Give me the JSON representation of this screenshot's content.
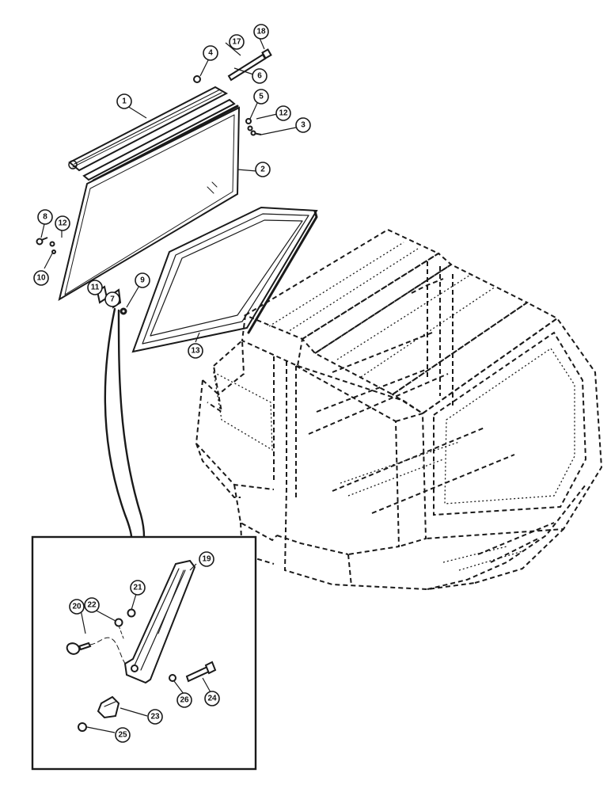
{
  "callouts": [
    {
      "id": "c1",
      "label": "1"
    },
    {
      "id": "c2",
      "label": "2"
    },
    {
      "id": "c3",
      "label": "3"
    },
    {
      "id": "c4",
      "label": "4"
    },
    {
      "id": "c5",
      "label": "5"
    },
    {
      "id": "c6",
      "label": "6"
    },
    {
      "id": "c8",
      "label": "8"
    },
    {
      "id": "c12a",
      "label": "12"
    },
    {
      "id": "c12b",
      "label": "12"
    },
    {
      "id": "c10",
      "label": "10"
    },
    {
      "id": "c11",
      "label": "11"
    },
    {
      "id": "c7",
      "label": "7"
    },
    {
      "id": "c9",
      "label": "9"
    },
    {
      "id": "c13",
      "label": "13"
    },
    {
      "id": "c17",
      "label": "17"
    },
    {
      "id": "c18",
      "label": "18"
    },
    {
      "id": "c19",
      "label": "19"
    },
    {
      "id": "c20",
      "label": "20"
    },
    {
      "id": "c21",
      "label": "21"
    },
    {
      "id": "c22",
      "label": "22"
    },
    {
      "id": "c23",
      "label": "23"
    },
    {
      "id": "c24",
      "label": "24"
    },
    {
      "id": "c25",
      "label": "25"
    },
    {
      "id": "c26",
      "label": "26"
    }
  ]
}
